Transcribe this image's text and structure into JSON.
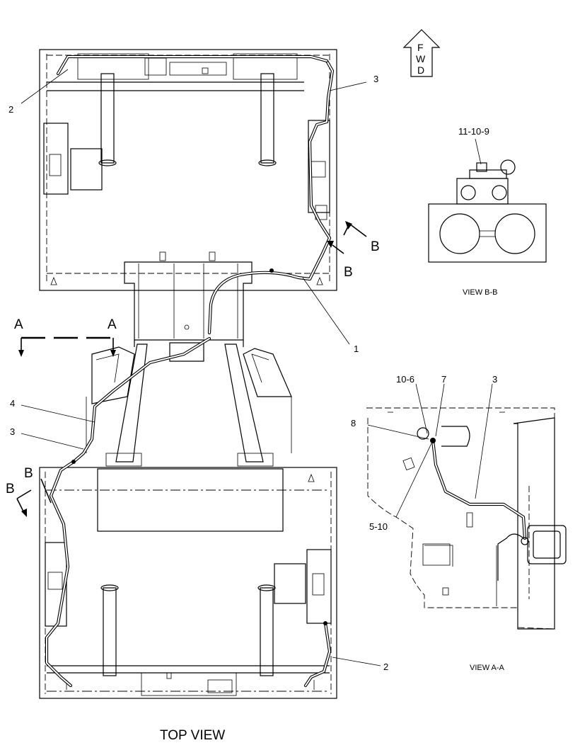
{
  "labels": {
    "fwd_letters": [
      "F",
      "W",
      "D"
    ],
    "callout_top_left": "2",
    "callout_top_right": "3",
    "callout_hose": "1",
    "callout_left_4": "4",
    "callout_left_3": "3",
    "callout_bottom_2": "2",
    "section_a_left": "A",
    "section_a_right": "A",
    "section_b_upper_1": "B",
    "section_b_upper_2": "B",
    "section_b_lower_1": "B",
    "section_b_lower_2": "B"
  },
  "view_bb": {
    "caption": "VIEW B-B",
    "callout": "11-10-9"
  },
  "view_aa": {
    "caption": "VIEW A-A",
    "callout_10_6": "10-6",
    "callout_7": "7",
    "callout_3": "3",
    "callout_8": "8",
    "callout_5_10": "5-10"
  },
  "main_title": "TOP VIEW"
}
